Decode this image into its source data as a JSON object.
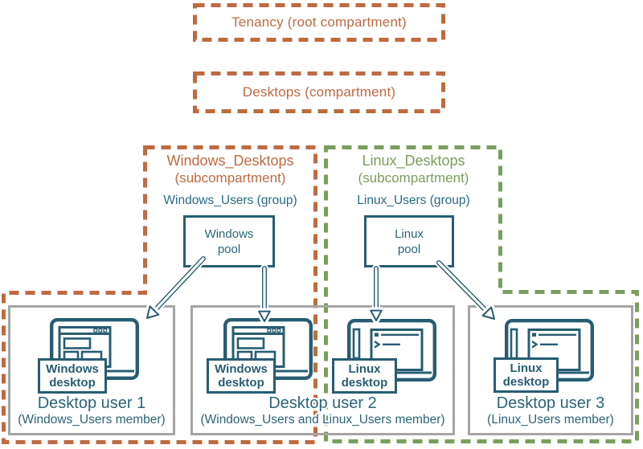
{
  "colors": {
    "orange": "#bf6a41",
    "green": "#7a9e5e",
    "teal_dark": "#275d72",
    "teal_text": "#2b6478",
    "gray_border": "#a5a5a5",
    "background": "#ffffff"
  },
  "tenancy": {
    "label": "Tenancy (root compartment)"
  },
  "desktops_compartment": {
    "label": "Desktops (compartment)"
  },
  "subcompartments": [
    {
      "title": "Windows_Desktops",
      "subtitle": "(subcompartment)",
      "group": "Windows_Users (group)",
      "pool": {
        "line1": "Windows",
        "line2": "pool"
      }
    },
    {
      "title": "Linux_Desktops",
      "subtitle": "(subcompartment)",
      "group": "Linux_Users (group)",
      "pool": {
        "line1": "Linux",
        "line2": "pool"
      }
    }
  ],
  "users": [
    {
      "caption": "Desktop user 1",
      "membership": "(Windows_Users member)",
      "desktops": [
        {
          "icon": "windows-desktop-icon",
          "label_line1": "Windows",
          "label_line2": "desktop"
        }
      ]
    },
    {
      "caption": "Desktop user 2",
      "membership": "(Windows_Users and Linux_Users member)",
      "desktops": [
        {
          "icon": "windows-desktop-icon",
          "label_line1": "Windows",
          "label_line2": "desktop"
        },
        {
          "icon": "linux-desktop-icon",
          "label_line1": "Linux",
          "label_line2": "desktop"
        }
      ]
    },
    {
      "caption": "Desktop user 3",
      "membership": "(Linux_Users member)",
      "desktops": [
        {
          "icon": "linux-desktop-icon",
          "label_line1": "Linux",
          "label_line2": "desktop"
        }
      ]
    }
  ],
  "assignments": [
    {
      "from": "Windows pool",
      "to": "Desktop user 1 Windows desktop"
    },
    {
      "from": "Windows pool",
      "to": "Desktop user 2 Windows desktop"
    },
    {
      "from": "Linux pool",
      "to": "Desktop user 2 Linux desktop"
    },
    {
      "from": "Linux pool",
      "to": "Desktop user 3 Linux desktop"
    }
  ]
}
